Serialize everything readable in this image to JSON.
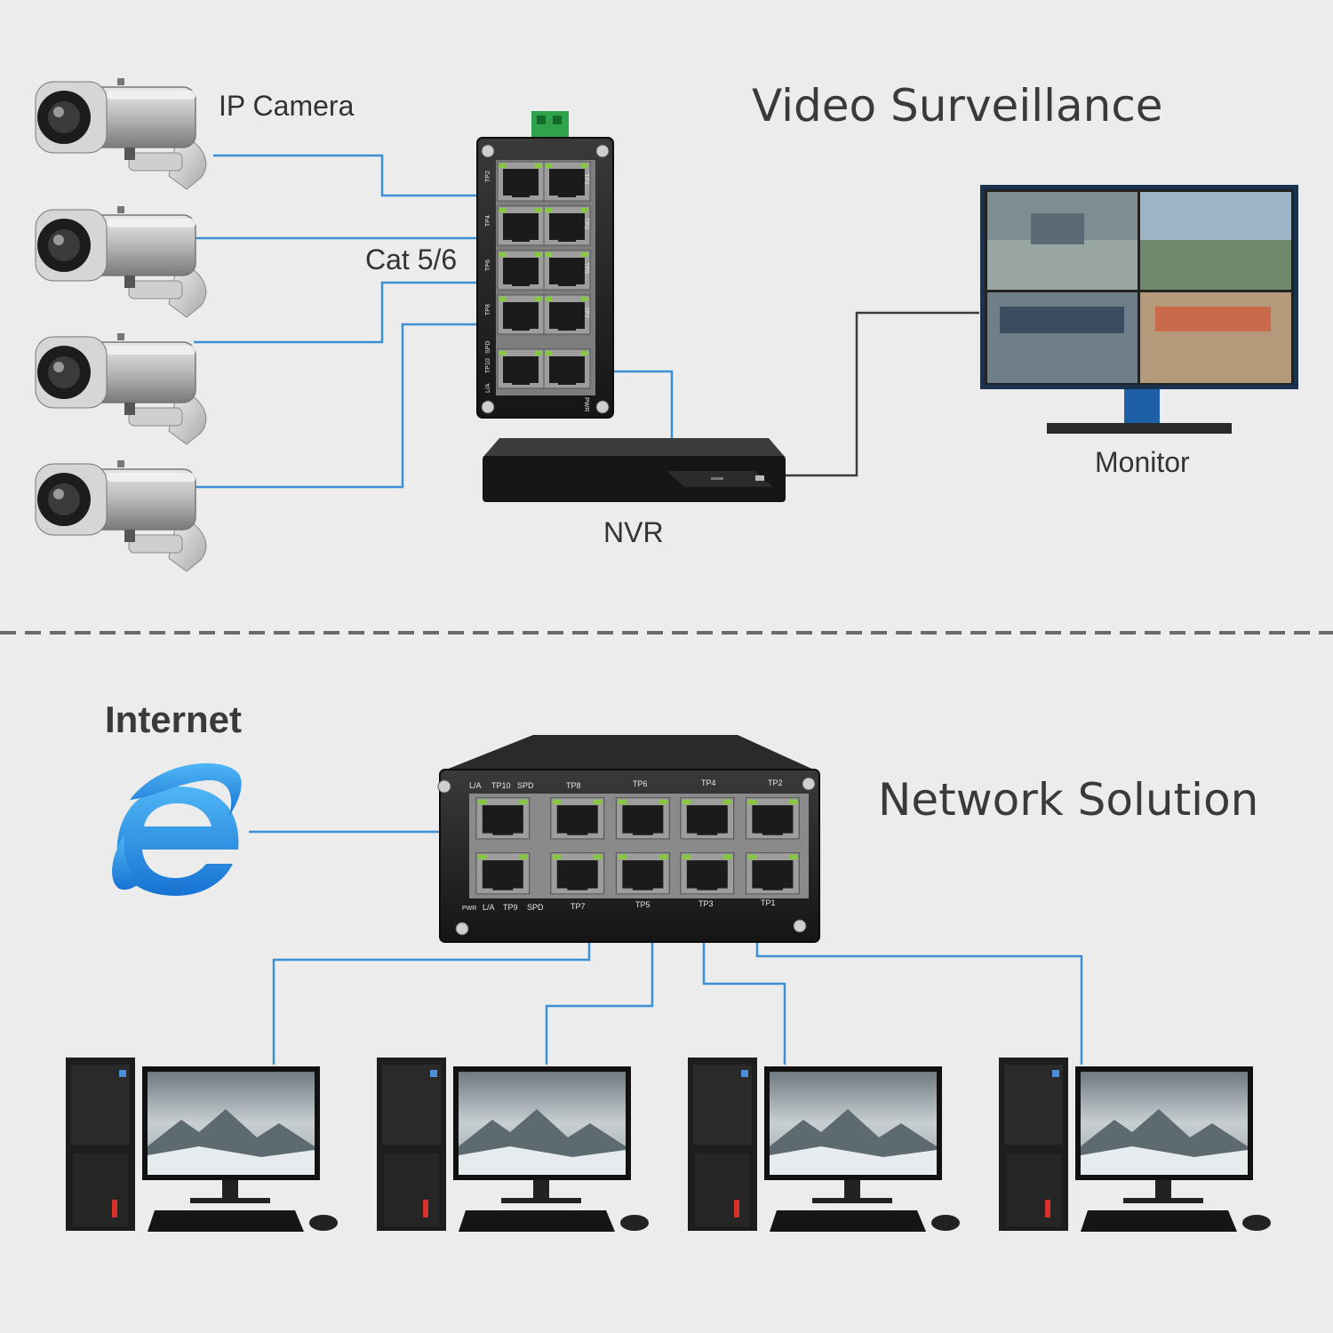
{
  "top": {
    "title": "Video Surveillance",
    "camera_label": "IP Camera",
    "cable_label": "Cat 5/6",
    "nvr_label": "NVR",
    "monitor_label": "Monitor",
    "switch_ports_left": [
      "TP2",
      "TP4",
      "TP6",
      "TP8",
      "TP10"
    ],
    "switch_ports_right": [
      "TP1",
      "TP3",
      "TP5",
      "TP7"
    ],
    "switch_small_labels": [
      "SPD",
      "L/A",
      "PWR"
    ]
  },
  "bottom": {
    "title": "Network Solution",
    "internet_label": "Internet",
    "switch_top_labels": [
      "L/A",
      "TP10",
      "SPD",
      "TP8",
      "TP6",
      "TP4",
      "TP2"
    ],
    "switch_bottom_labels": [
      "PWR",
      "L/A",
      "TP9",
      "SPD",
      "TP7",
      "TP5",
      "TP3",
      "TP1"
    ]
  },
  "colors": {
    "background": "#ececec",
    "cable": "#3a8fd6",
    "device_dark": "#1f1f1f",
    "internet_icon": "#1e90e6"
  },
  "icons": [
    "ip-camera-icon",
    "network-switch-icon",
    "nvr-icon",
    "monitor-icon",
    "internet-explorer-icon",
    "desktop-computer-icon"
  ]
}
